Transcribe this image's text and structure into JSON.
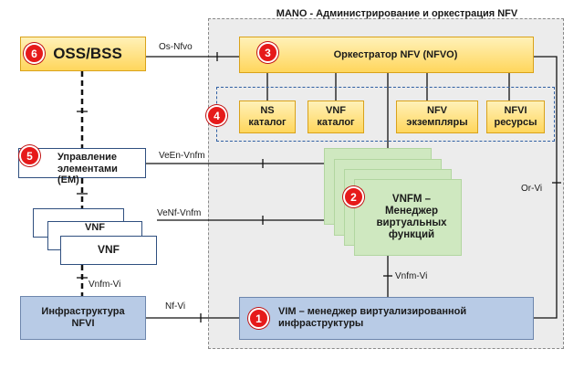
{
  "diagram": {
    "title": "MANO - Администрирование и оркестрация NFV",
    "blocks": {
      "oss": "OSS/BSS",
      "nfvo": "Оркестратор NFV (NFVO)",
      "ns_catalog": "NS каталог",
      "vnf_catalog": "VNF каталог",
      "nfv_instances": "NFV экземпляры",
      "nfvi_resources": "NFVI ресурсы",
      "em": "Управление элементами (EM)",
      "vnfm": "VNFM – Менеджер виртуальных функций",
      "vnf": "VNF",
      "vnf_back": "VNF",
      "nfvi": "Инфраструктура NFVI",
      "vim": "VIM – менеджер виртуализированной инфраструктуры"
    },
    "badges": {
      "vim": "1",
      "vnfm": "2",
      "nfvo": "3",
      "catalogs": "4",
      "em": "5",
      "oss": "6"
    },
    "interfaces": {
      "os_nfvo": "Os-Nfvo",
      "ve_en_vnfm": "VeEn-Vnfm",
      "ve_nf_vnfm": "VeNf-Vnfm",
      "or_vi": "Or-Vi",
      "vnfm_vi_right": "Vnfm-Vi",
      "vnfm_vi_left": "Vnfm-Vi",
      "nf_vi": "Nf-Vi"
    },
    "colors": {
      "yellow": "#ffd65c",
      "blue": "#b8cbe6",
      "green": "#cfe8c0",
      "badge": "#e61a1a"
    }
  }
}
